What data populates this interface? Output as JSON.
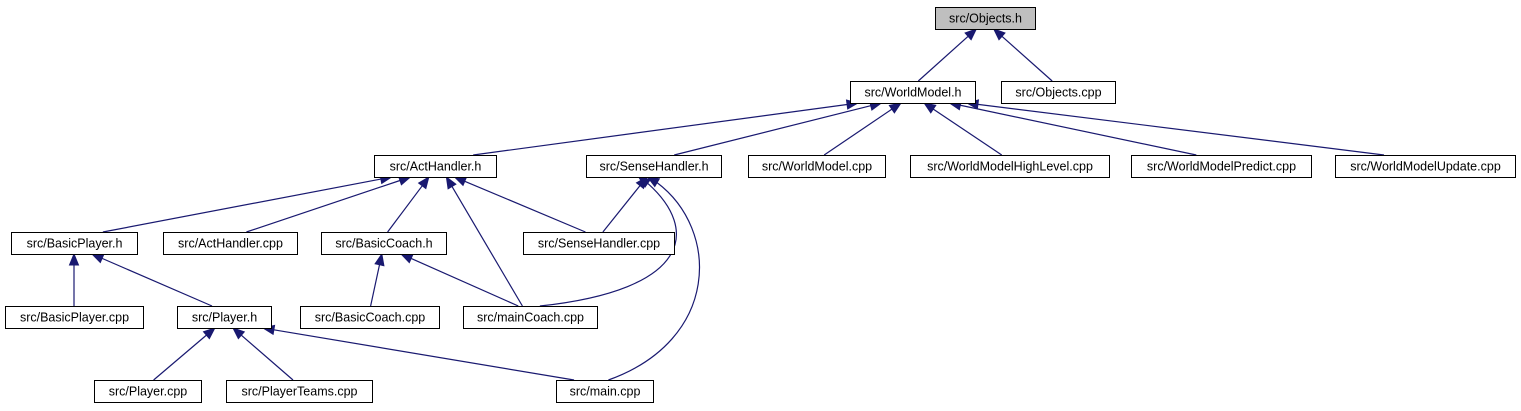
{
  "colors": {
    "edge": "#191970",
    "node_border": "#000000",
    "root_fill": "#bfbfbf",
    "node_fill": "#ffffff"
  },
  "nodes": [
    {
      "id": "objects_h",
      "label": "src/Objects.h",
      "root": true
    },
    {
      "id": "worldmodel_h",
      "label": "src/WorldModel.h"
    },
    {
      "id": "objects_cpp",
      "label": "src/Objects.cpp"
    },
    {
      "id": "acthandler_h",
      "label": "src/ActHandler.h"
    },
    {
      "id": "sensehandler_h",
      "label": "src/SenseHandler.h"
    },
    {
      "id": "worldmodel_cpp",
      "label": "src/WorldModel.cpp"
    },
    {
      "id": "worldmodelhighlevel_cpp",
      "label": "src/WorldModelHighLevel.cpp"
    },
    {
      "id": "worldmodelpredict_cpp",
      "label": "src/WorldModelPredict.cpp"
    },
    {
      "id": "worldmodelupdate_cpp",
      "label": "src/WorldModelUpdate.cpp"
    },
    {
      "id": "basicplayer_h",
      "label": "src/BasicPlayer.h"
    },
    {
      "id": "acthandler_cpp",
      "label": "src/ActHandler.cpp"
    },
    {
      "id": "basiccoach_h",
      "label": "src/BasicCoach.h"
    },
    {
      "id": "sensehandler_cpp",
      "label": "src/SenseHandler.cpp"
    },
    {
      "id": "basicplayer_cpp",
      "label": "src/BasicPlayer.cpp"
    },
    {
      "id": "player_h",
      "label": "src/Player.h"
    },
    {
      "id": "basiccoach_cpp",
      "label": "src/BasicCoach.cpp"
    },
    {
      "id": "maincoach_cpp",
      "label": "src/mainCoach.cpp"
    },
    {
      "id": "player_cpp",
      "label": "src/Player.cpp"
    },
    {
      "id": "playerteams_cpp",
      "label": "src/PlayerTeams.cpp"
    },
    {
      "id": "main_cpp",
      "label": "src/main.cpp"
    }
  ],
  "edges": [
    {
      "from": "worldmodel_h",
      "to": "objects_h"
    },
    {
      "from": "objects_cpp",
      "to": "objects_h"
    },
    {
      "from": "acthandler_h",
      "to": "worldmodel_h"
    },
    {
      "from": "sensehandler_h",
      "to": "worldmodel_h"
    },
    {
      "from": "worldmodel_cpp",
      "to": "worldmodel_h"
    },
    {
      "from": "worldmodelhighlevel_cpp",
      "to": "worldmodel_h"
    },
    {
      "from": "worldmodelpredict_cpp",
      "to": "worldmodel_h"
    },
    {
      "from": "worldmodelupdate_cpp",
      "to": "worldmodel_h"
    },
    {
      "from": "basicplayer_h",
      "to": "acthandler_h"
    },
    {
      "from": "acthandler_cpp",
      "to": "acthandler_h"
    },
    {
      "from": "basiccoach_h",
      "to": "acthandler_h"
    },
    {
      "from": "maincoach_cpp",
      "to": "acthandler_h"
    },
    {
      "from": "sensehandler_cpp",
      "to": "acthandler_h"
    },
    {
      "from": "sensehandler_cpp",
      "to": "sensehandler_h"
    },
    {
      "from": "maincoach_cpp",
      "to": "sensehandler_h"
    },
    {
      "from": "main_cpp",
      "to": "sensehandler_h"
    },
    {
      "from": "basicplayer_cpp",
      "to": "basicplayer_h"
    },
    {
      "from": "player_h",
      "to": "basicplayer_h"
    },
    {
      "from": "basiccoach_cpp",
      "to": "basiccoach_h"
    },
    {
      "from": "maincoach_cpp",
      "to": "basiccoach_h"
    },
    {
      "from": "player_cpp",
      "to": "player_h"
    },
    {
      "from": "playerteams_cpp",
      "to": "player_h"
    },
    {
      "from": "main_cpp",
      "to": "player_h"
    }
  ]
}
